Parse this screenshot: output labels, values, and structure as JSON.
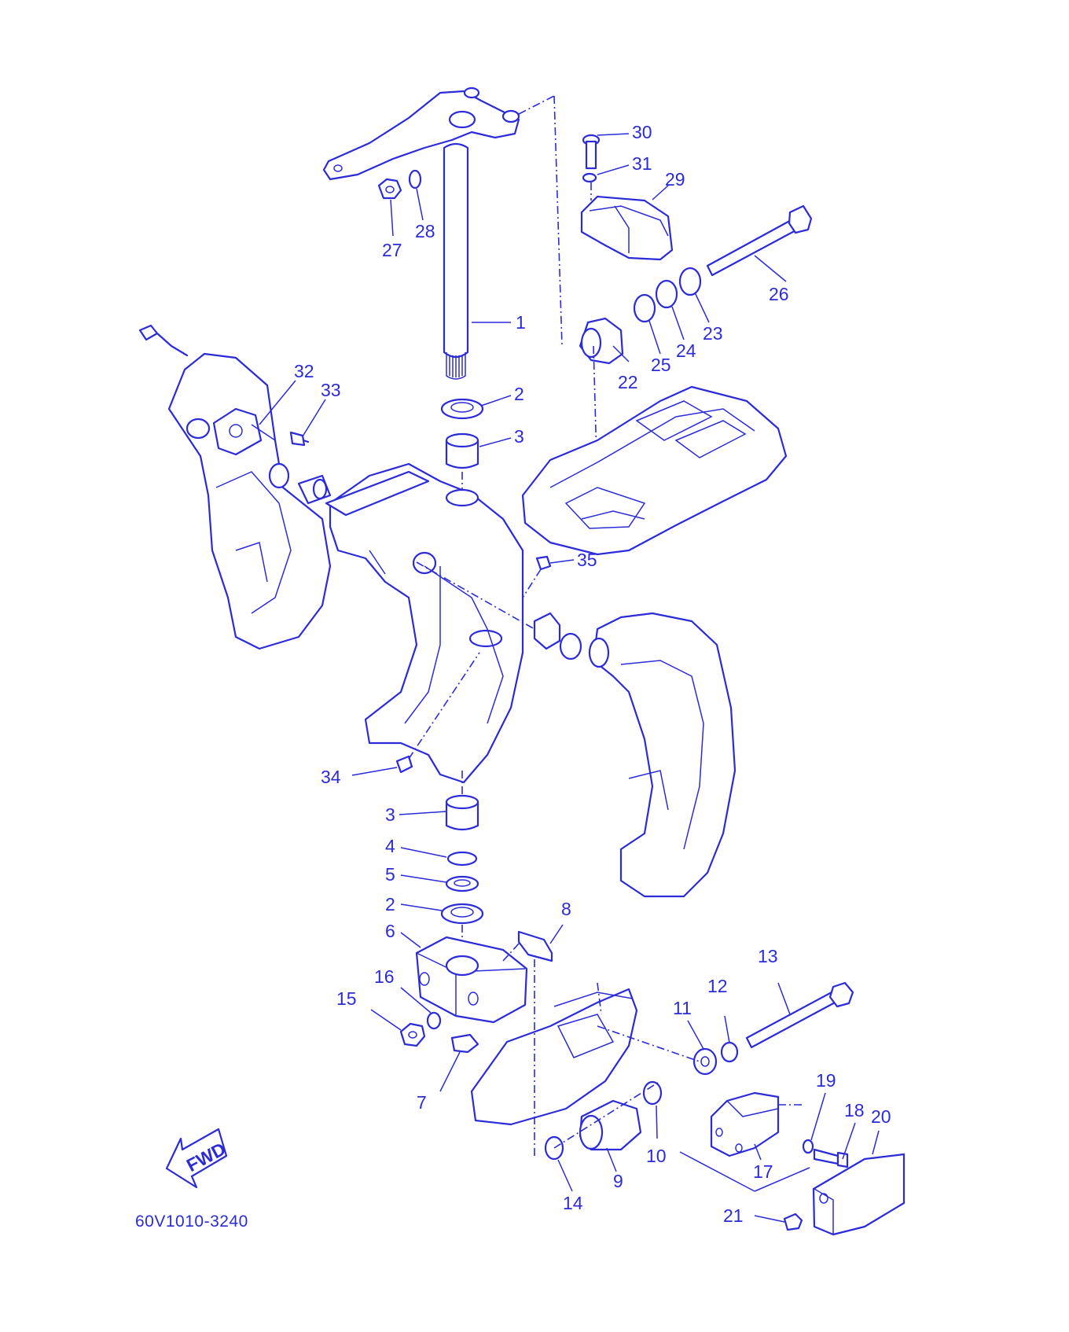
{
  "diagram": {
    "drawing_code": "60V1010-3240",
    "fwd_label": "FWD",
    "line_color": "#2b2bd9",
    "callouts": [
      {
        "id": "c1",
        "text": "1"
      },
      {
        "id": "c2a",
        "text": "2"
      },
      {
        "id": "c3a",
        "text": "3"
      },
      {
        "id": "c22",
        "text": "22"
      },
      {
        "id": "c23",
        "text": "23"
      },
      {
        "id": "c24",
        "text": "24"
      },
      {
        "id": "c25",
        "text": "25"
      },
      {
        "id": "c26",
        "text": "26"
      },
      {
        "id": "c27",
        "text": "27"
      },
      {
        "id": "c28",
        "text": "28"
      },
      {
        "id": "c29",
        "text": "29"
      },
      {
        "id": "c30",
        "text": "30"
      },
      {
        "id": "c31",
        "text": "31"
      },
      {
        "id": "c32",
        "text": "32"
      },
      {
        "id": "c33",
        "text": "33"
      },
      {
        "id": "c35",
        "text": "35"
      },
      {
        "id": "c34",
        "text": "34"
      },
      {
        "id": "c3b",
        "text": "3"
      },
      {
        "id": "c4",
        "text": "4"
      },
      {
        "id": "c5",
        "text": "5"
      },
      {
        "id": "c2b",
        "text": "2"
      },
      {
        "id": "c6",
        "text": "6"
      },
      {
        "id": "c8",
        "text": "8"
      },
      {
        "id": "c16",
        "text": "16"
      },
      {
        "id": "c15",
        "text": "15"
      },
      {
        "id": "c7",
        "text": "7"
      },
      {
        "id": "c13",
        "text": "13"
      },
      {
        "id": "c12",
        "text": "12"
      },
      {
        "id": "c11",
        "text": "11"
      },
      {
        "id": "c19",
        "text": "19"
      },
      {
        "id": "c18",
        "text": "18"
      },
      {
        "id": "c20",
        "text": "20"
      },
      {
        "id": "c17",
        "text": "17"
      },
      {
        "id": "c10",
        "text": "10"
      },
      {
        "id": "c9",
        "text": "9"
      },
      {
        "id": "c14",
        "text": "14"
      },
      {
        "id": "c21",
        "text": "21"
      }
    ]
  }
}
